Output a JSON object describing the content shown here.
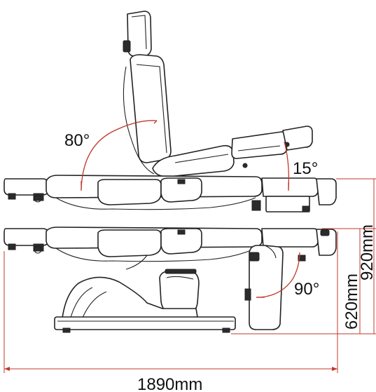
{
  "labels": {
    "angle_backrest": "80°",
    "angle_legrest": "15°",
    "angle_foot": "90°",
    "height_low": "620mm",
    "height_high": "920mm",
    "length": "1890mm"
  },
  "colors": {
    "dimension_line": "#c0392b",
    "angle_arc": "#c0392b",
    "outline": "#222222"
  }
}
